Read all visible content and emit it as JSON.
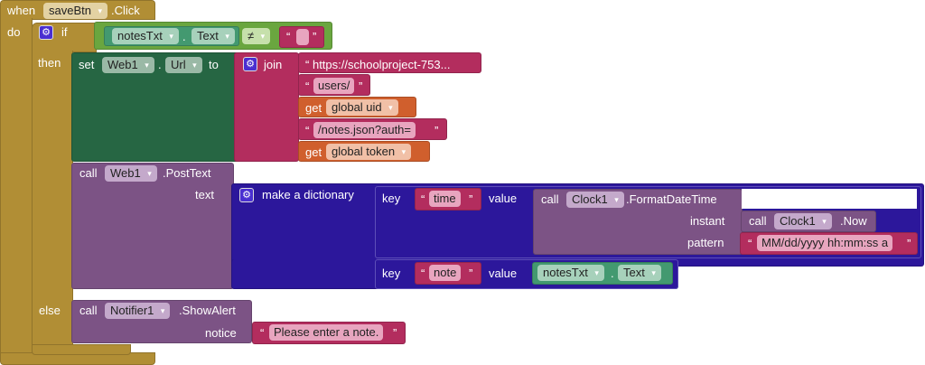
{
  "event": {
    "when": "when",
    "component": "saveBtn",
    "event": ".Click",
    "do": "do"
  },
  "if_block": {
    "if": "if",
    "then": "then",
    "else": "else",
    "condition": {
      "component": "notesTxt",
      "dot": ".",
      "property": "Text",
      "operator": "≠",
      "open_quote": "“",
      "close_quote": "”",
      "value": ""
    }
  },
  "set_block": {
    "set": "set",
    "component": "Web1",
    "dot": ".",
    "property": "Url",
    "to": "to"
  },
  "join": {
    "label": "join",
    "items": [
      {
        "type": "text",
        "value": "https://schoolproject-753..."
      },
      {
        "type": "text",
        "value": "users/"
      },
      {
        "type": "get",
        "get": "get",
        "var": "global uid"
      },
      {
        "type": "text",
        "value": "/notes.json?auth="
      },
      {
        "type": "get",
        "get": "get",
        "var": "global token"
      }
    ]
  },
  "post_call": {
    "call": "call",
    "component": "Web1",
    "method": ".PostText",
    "arg": "text"
  },
  "dictionary": {
    "label": "make a dictionary",
    "key_label": "key",
    "value_label": "value",
    "pair1": {
      "key": "time",
      "call": "call",
      "component": "Clock1",
      "method": ".FormatDateTime",
      "instant_label": "instant",
      "instant_call": "call",
      "instant_component": "Clock1",
      "instant_method": ".Now",
      "pattern_label": "pattern",
      "pattern": "MM/dd/yyyy hh:mm:ss a"
    },
    "pair2": {
      "key": "note",
      "component": "notesTxt",
      "dot": ".",
      "property": "Text"
    }
  },
  "notifier": {
    "call": "call",
    "component": "Notifier1",
    "method": ".ShowAlert",
    "arg": "notice",
    "message": "Please enter a note."
  },
  "quotes": {
    "open": "“",
    "close": "”"
  }
}
